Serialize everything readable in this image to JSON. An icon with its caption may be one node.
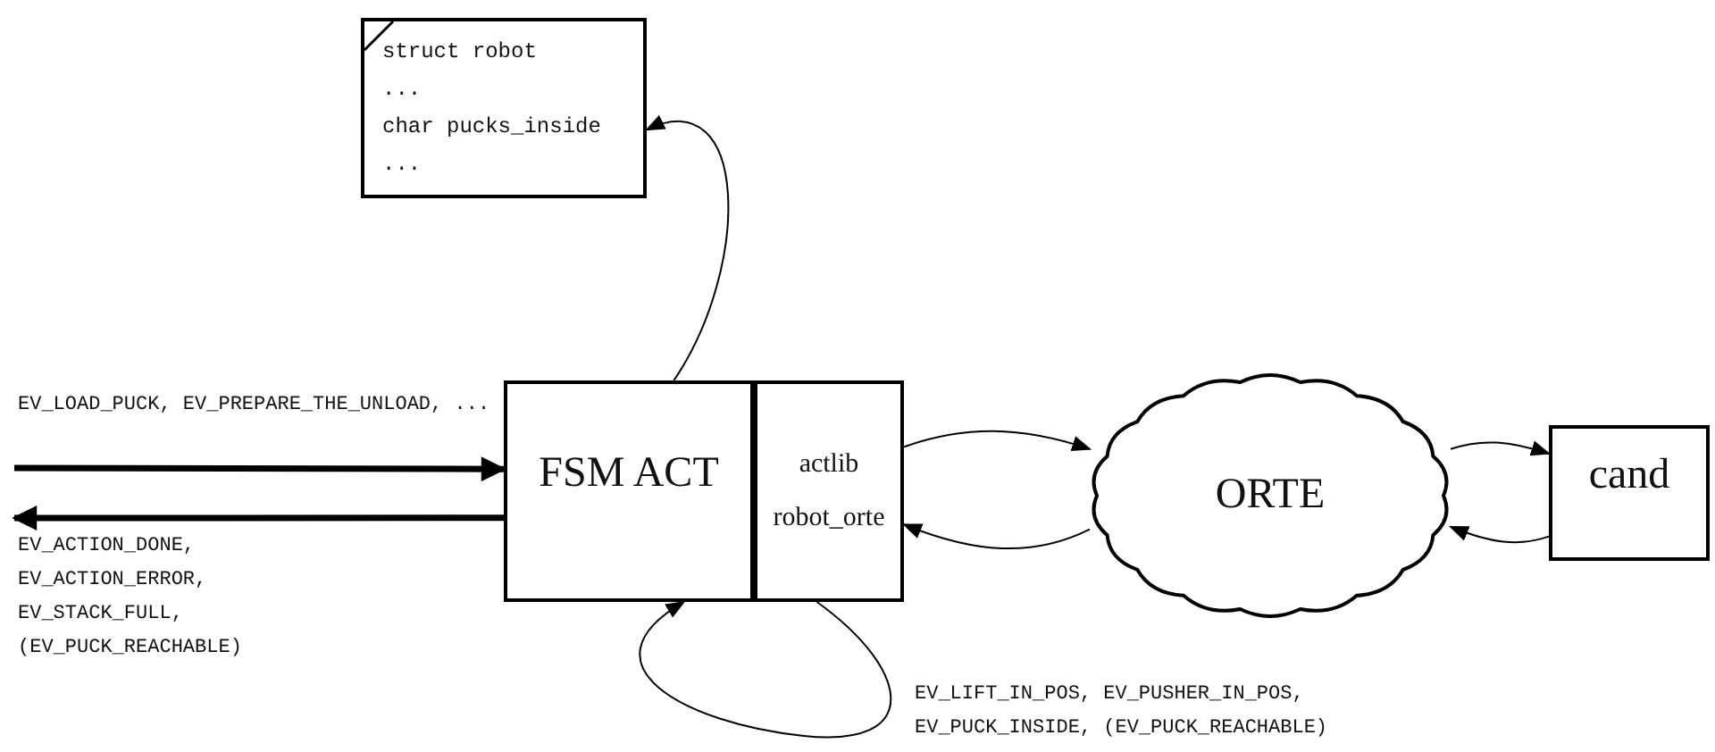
{
  "diagram": {
    "nodes": [
      {
        "text": [
          "struct robot",
          "...",
          "char pucks_inside",
          "..."
        ]
      },
      {
        "text": [
          "FSM ACT"
        ]
      },
      {
        "text": [
          "actlib",
          "robot_orte"
        ]
      },
      {
        "text": [
          "ORTE"
        ]
      },
      {
        "text": [
          "cand"
        ]
      }
    ],
    "edges": [
      {
        "from": 1,
        "to": 0,
        "arrow": "to"
      },
      {
        "from": null,
        "to": 1,
        "arrow": "to",
        "style": "thick",
        "label": "EV_LOAD_PUCK, EV_PREPARE_THE_UNLOAD, ..."
      },
      {
        "from": 1,
        "to": null,
        "arrow": "to",
        "style": "thick",
        "label": "EV_ACTION_DONE, EV_ACTION_ERROR, EV_STACK_FULL, (EV_PUCK_REACHABLE)"
      },
      {
        "from": 2,
        "to": 3,
        "arrow": "to"
      },
      {
        "from": 3,
        "to": 2,
        "arrow": "to"
      },
      {
        "from": 3,
        "to": 4,
        "arrow": "to"
      },
      {
        "from": 4,
        "to": 3,
        "arrow": "to"
      },
      {
        "from": 2,
        "to": 1,
        "arrow": "to",
        "label": "EV_LIFT_IN_POS, EV_PUSHER_IN_POS, EV_PUCK_INSIDE, (EV_PUCK_REACHABLE)"
      }
    ]
  }
}
